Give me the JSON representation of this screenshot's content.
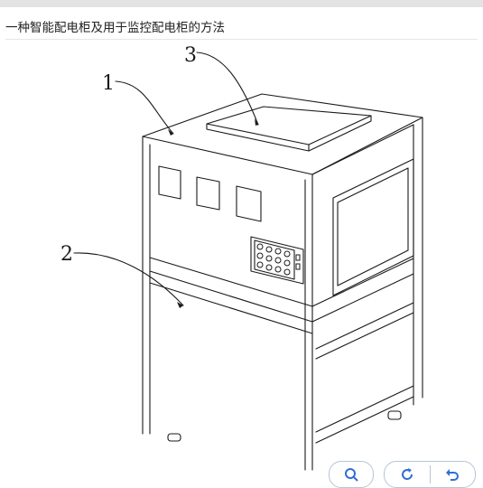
{
  "page": {
    "title": "一种智能配电柜及用于监控配电柜的方法"
  },
  "figure": {
    "callouts": [
      "1",
      "2",
      "3"
    ]
  },
  "viewer_controls": {
    "icons": [
      "zoom-icon",
      "rotate-icon",
      "undo-icon"
    ],
    "accent_color": "#2f6fd6"
  }
}
